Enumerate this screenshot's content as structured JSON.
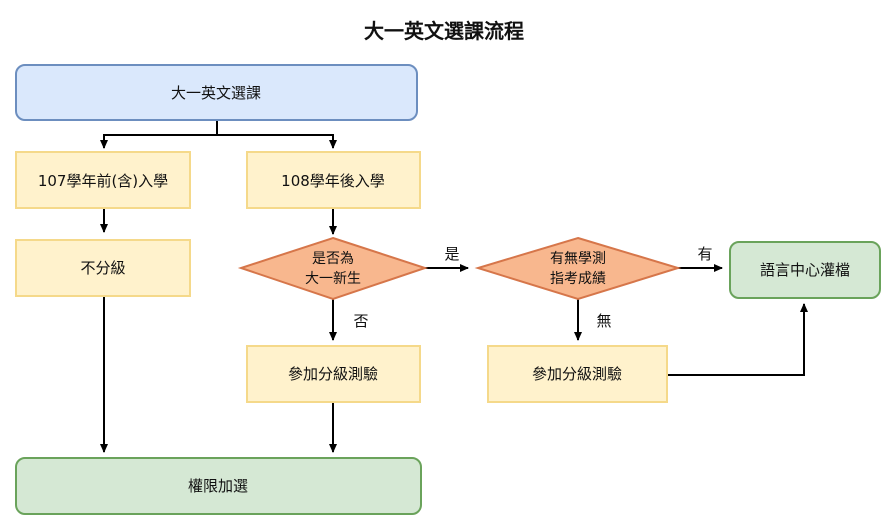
{
  "title": "大一英文選課流程",
  "colors": {
    "blue_fill": "#dae8fc",
    "blue_stroke": "#6c8ebf",
    "yellow_fill": "#fff2cc",
    "yellow_stroke": "#f5d98a",
    "orange_fill": "#f8b78e",
    "orange_stroke": "#d6764a",
    "green_fill": "#d5e8d4",
    "green_stroke": "#6aa35b",
    "line": "#000000"
  },
  "nodes": {
    "start": "大一英文選課",
    "before107": "107學年前(含)入學",
    "after108": "108學年後入學",
    "no_level": "不分級",
    "is_freshman": [
      "是否為",
      "大一新生"
    ],
    "has_test": [
      "有無學測",
      "指考成績"
    ],
    "lang_center": "語言中心灌檔",
    "placement_test_1": "參加分級測驗",
    "placement_test_2": "參加分級測驗",
    "add_course": "權限加選"
  },
  "edge_labels": {
    "yes": "是",
    "no": "否",
    "have": "有",
    "none": "無"
  }
}
